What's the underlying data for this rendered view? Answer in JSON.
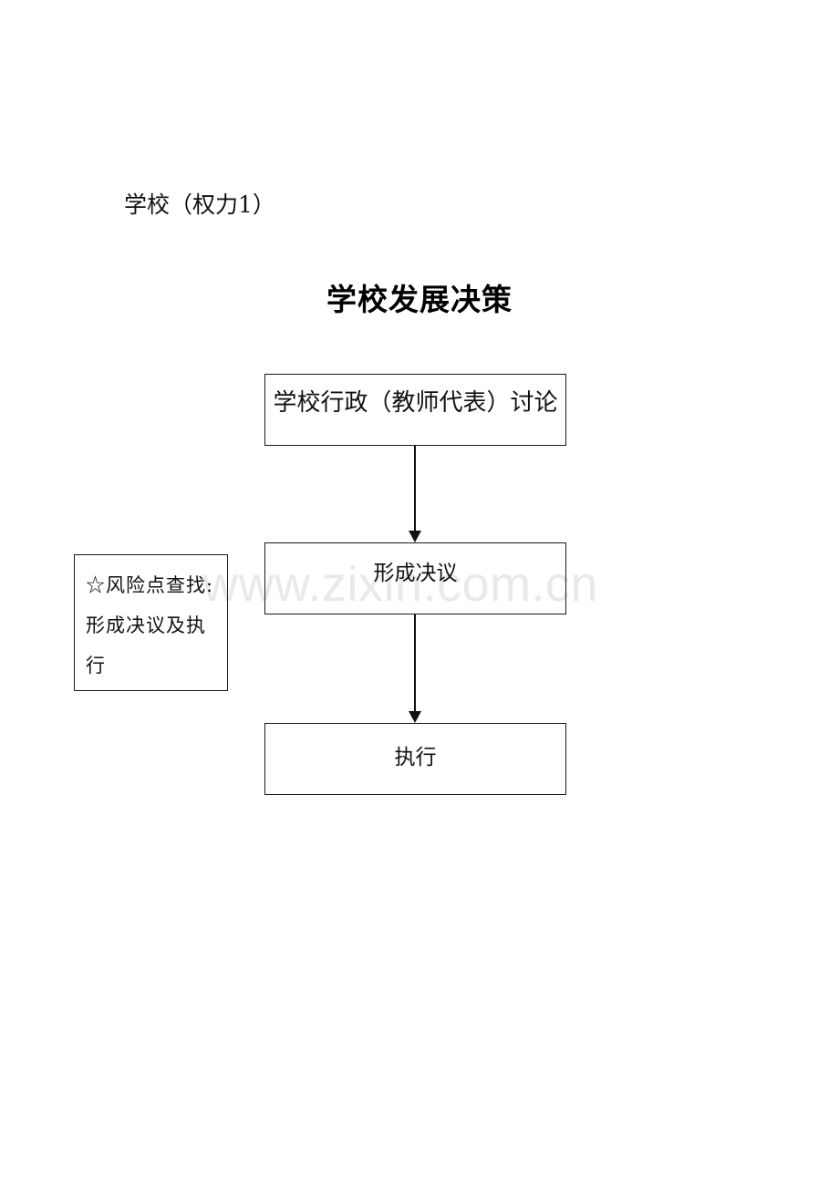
{
  "document": {
    "label": "学校（权力1）",
    "title": "学校发展决策"
  },
  "watermark": {
    "text": "www.zixin.com.cn",
    "color": "#e9e9e9"
  },
  "flowchart": {
    "type": "flowchart",
    "orientation": "vertical",
    "nodes": [
      {
        "id": "discuss",
        "label": "学校行政（教师代表）讨论",
        "shape": "rectangle",
        "border_color": "#1a1a1a",
        "fill": "#ffffff"
      },
      {
        "id": "resolution",
        "label": "形成决议",
        "shape": "rectangle",
        "border_color": "#1a1a1a",
        "fill": "#ffffff"
      },
      {
        "id": "execute",
        "label": "执行",
        "shape": "rectangle",
        "border_color": "#1a1a1a",
        "fill": "#ffffff"
      }
    ],
    "edges": [
      {
        "id": "edge-1",
        "from": "discuss",
        "to": "resolution",
        "style": "solid-arrow"
      },
      {
        "id": "edge-2",
        "from": "resolution",
        "to": "execute",
        "style": "solid-arrow"
      }
    ],
    "annotations": [
      {
        "id": "risk-note",
        "icon": "star-icon",
        "icon_glyph": "☆",
        "heading": "风险点查找:",
        "line2": "形成决议及执",
        "line3": "行",
        "attached_to": "resolution",
        "border_color": "#1a1a1a"
      }
    ]
  }
}
